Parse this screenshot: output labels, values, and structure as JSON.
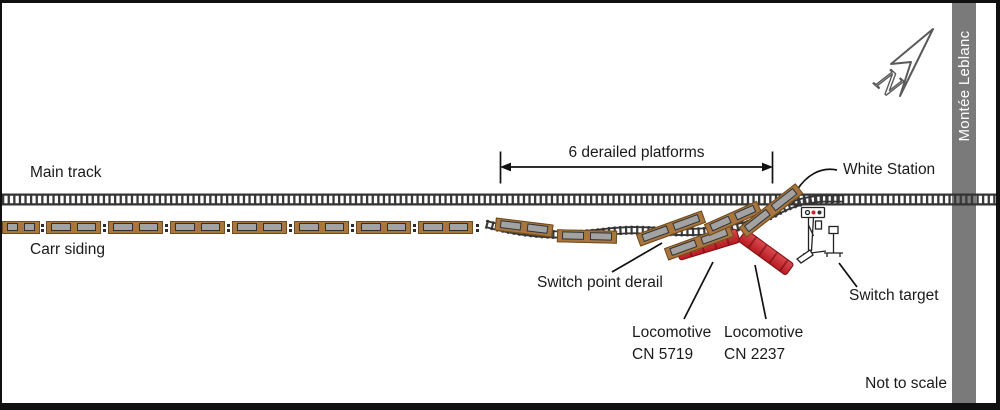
{
  "labels": {
    "main_track": "Main track",
    "carr_siding": "Carr siding",
    "derailed_platforms": "6 derailed platforms",
    "white_station": "White Station",
    "switch_point_derail": "Switch point derail",
    "locomotive_1": {
      "line1": "Locomotive",
      "line2": "CN 5719"
    },
    "locomotive_2": {
      "line1": "Locomotive",
      "line2": "CN 2237"
    },
    "switch_target": "Switch target",
    "not_to_scale": "Not to scale",
    "road_name": "Montée Leblanc",
    "compass": "N"
  },
  "colors": {
    "background": "#ffffff",
    "border": "#101010",
    "label": "#1a1a1a",
    "track": "#3a3a3a",
    "rail": "#333333",
    "road": "#7a7a7a",
    "road_text": "#ffffff",
    "deck": "#a8763e",
    "deck_border": "#6f4b1e",
    "platform": "#a2a2a2",
    "platform_border": "#303030",
    "locomotive": "#d12027",
    "locomotive_border": "#7c1013",
    "compass_stroke": "#5a5a5a"
  }
}
